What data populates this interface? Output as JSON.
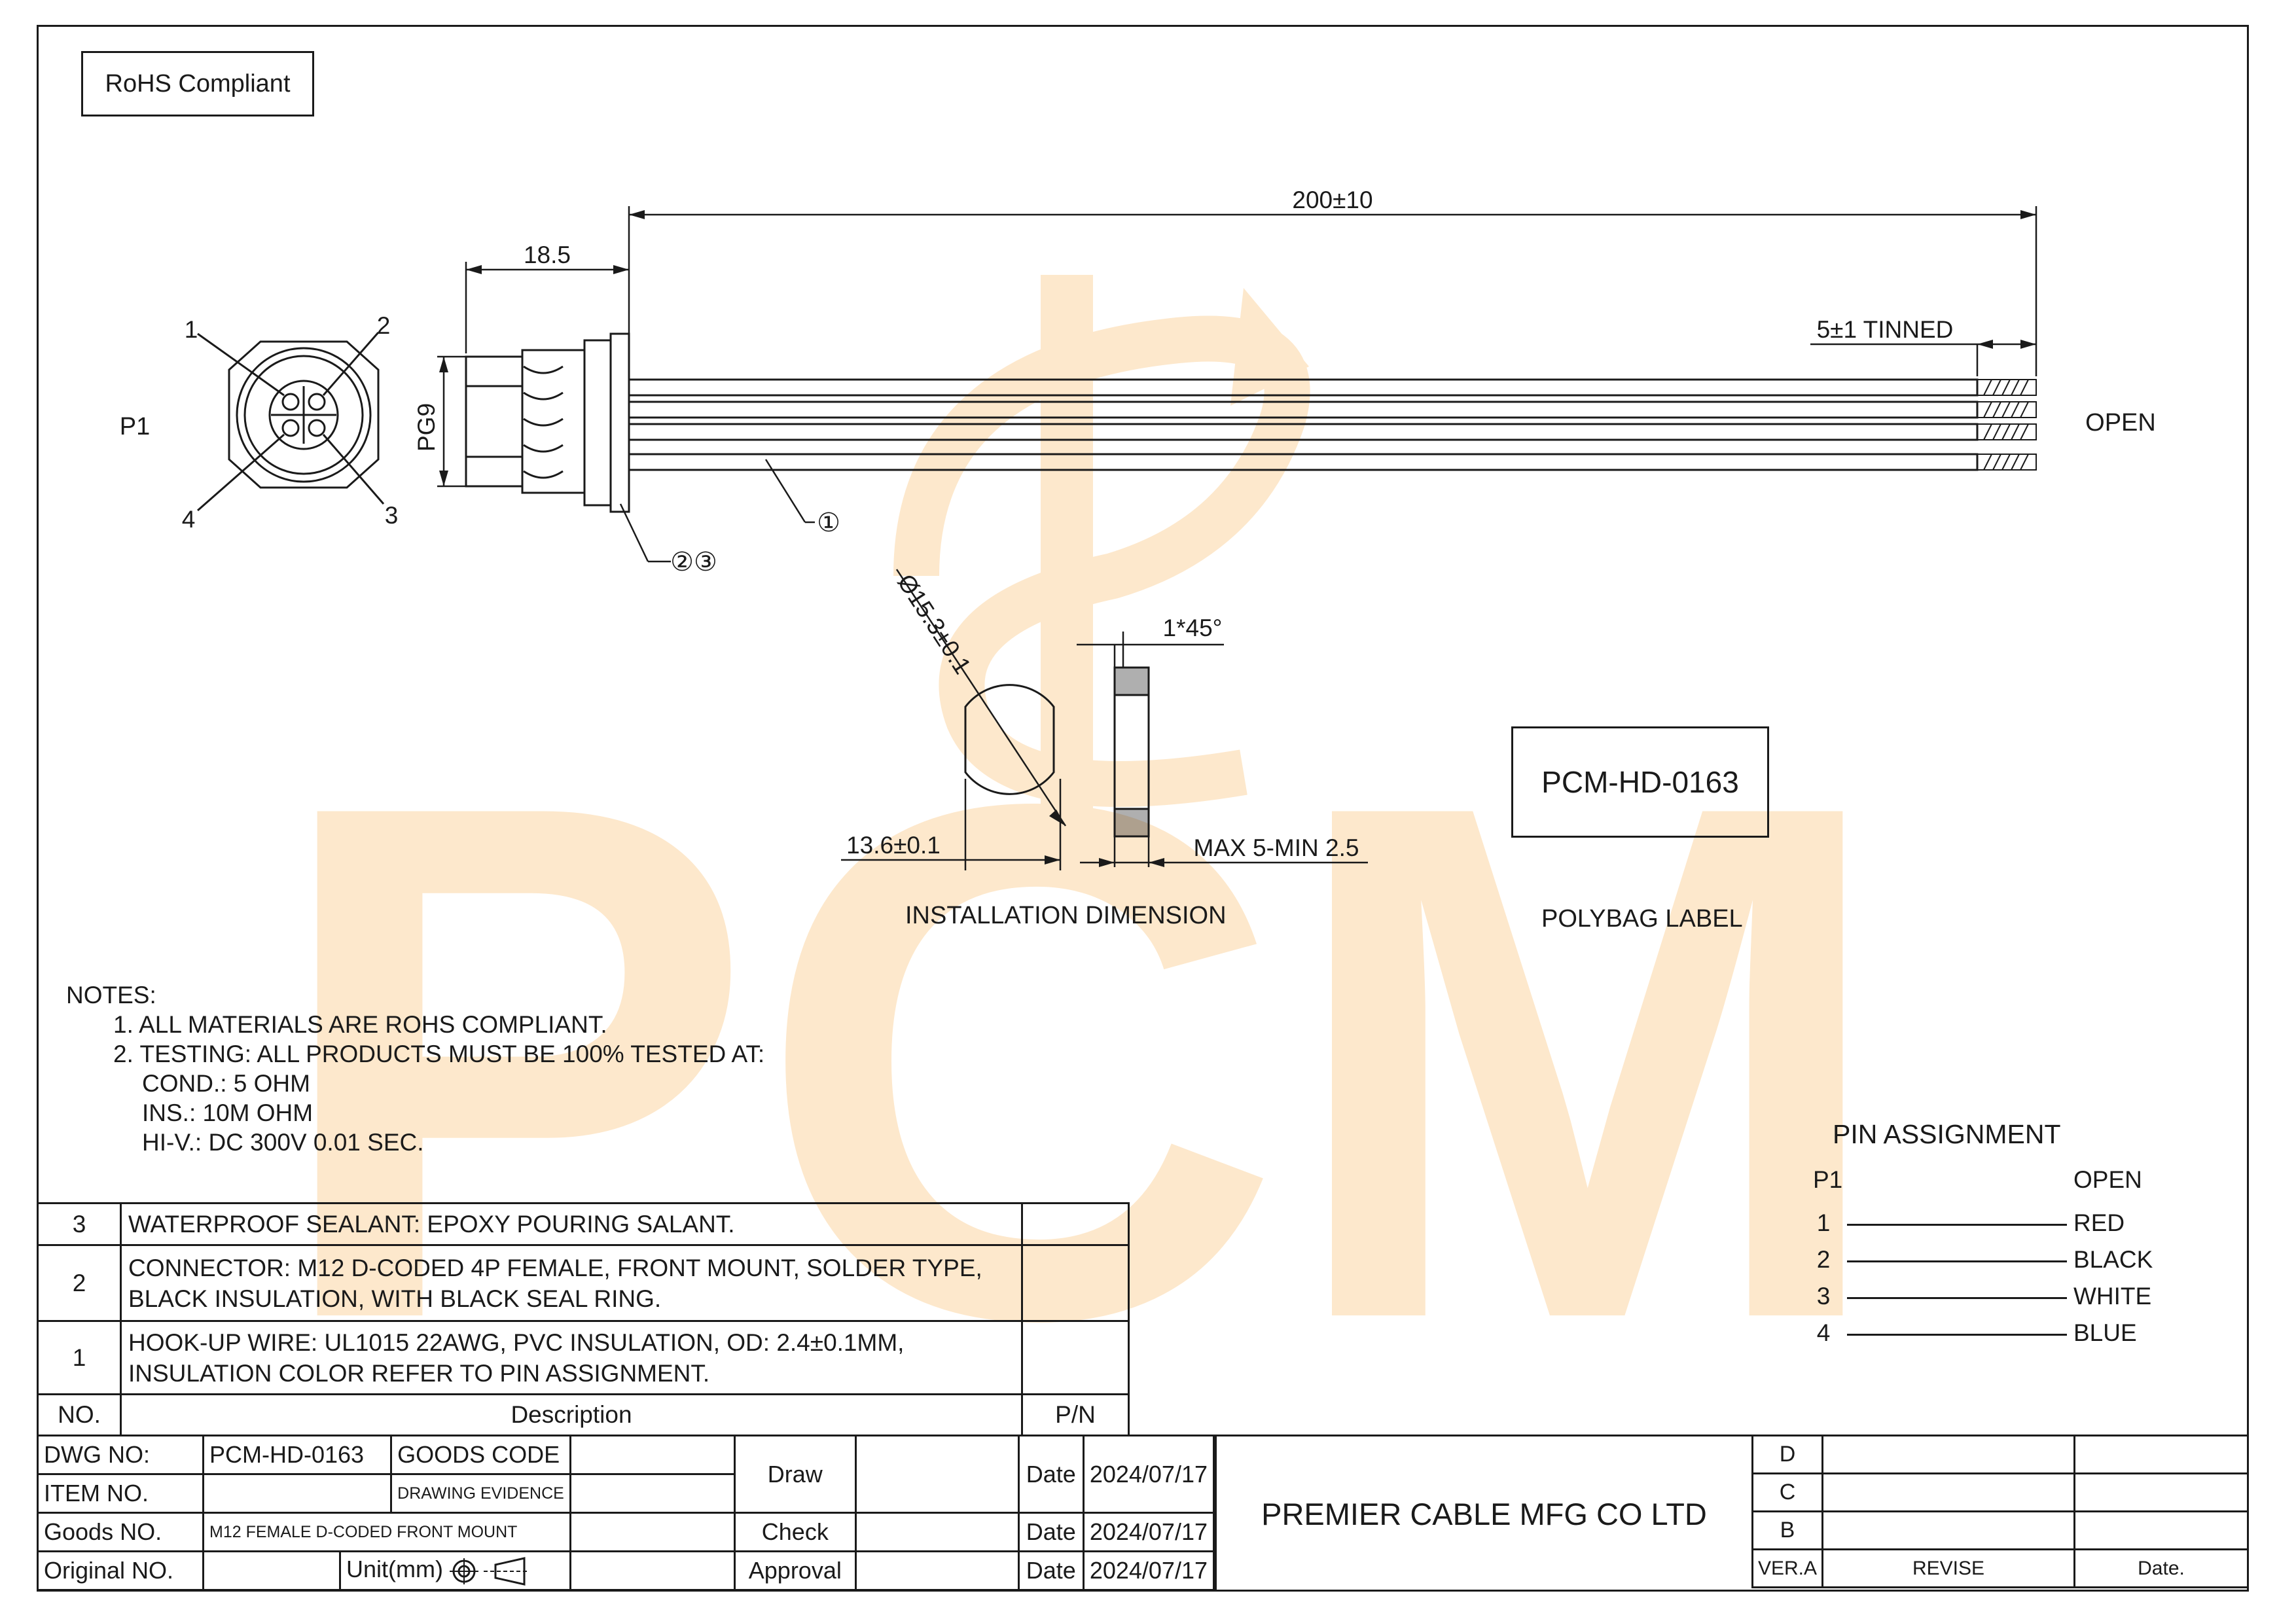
{
  "rohs_label": "RoHS Compliant",
  "watermark": "PCM",
  "drawing": {
    "dim_length": "200±10",
    "dim_connector": "18.5",
    "dim_tinned": "5±1 TINNED",
    "thread_label": "PG9",
    "end_p1": "P1",
    "end_open": "OPEN",
    "pin_numbers": [
      "1",
      "2",
      "3",
      "4"
    ],
    "callout_wire": "①",
    "callout_connector": "②③",
    "hole_diameter": "Ø15.3±0.1",
    "flat_width": "13.6±0.1",
    "chamfer": "1*45°",
    "panel_thickness": "MAX 5-MIN 2.5",
    "install_caption": "INSTALLATION DIMENSION"
  },
  "polybag": {
    "label": "PCM-HD-0163",
    "caption": "POLYBAG LABEL"
  },
  "notes": {
    "heading": "NOTES:",
    "items": [
      "1. ALL MATERIALS ARE ROHS COMPLIANT.",
      "2. TESTING: ALL PRODUCTS MUST BE 100% TESTED AT:"
    ],
    "sub_items": [
      "COND.: 5 OHM",
      "INS.: 10M OHM",
      "HI-V.: DC 300V 0.01 SEC."
    ]
  },
  "pin_assignment": {
    "title": "PIN  ASSIGNMENT",
    "left_header": "P1",
    "right_header": "OPEN",
    "rows": [
      {
        "p1": "1",
        "open": "RED"
      },
      {
        "p1": "2",
        "open": "BLACK"
      },
      {
        "p1": "3",
        "open": "WHITE"
      },
      {
        "p1": "4",
        "open": "BLUE"
      }
    ]
  },
  "bom": {
    "rows": [
      {
        "no": "3",
        "desc": "WATERPROOF SEALANT: EPOXY POURING SALANT.",
        "pn": ""
      },
      {
        "no": "2",
        "desc": "CONNECTOR: M12 D-CODED 4P FEMALE, FRONT MOUNT, SOLDER TYPE,  BLACK INSULATION, WITH BLACK SEAL RING.",
        "pn": ""
      },
      {
        "no": "1",
        "desc": "HOOK-UP WIRE: UL1015 22AWG, PVC INSULATION, OD: 2.4±0.1MM, INSULATION COLOR REFER TO PIN  ASSIGNMENT.",
        "pn": ""
      }
    ],
    "header": {
      "no": "NO.",
      "desc": "Description",
      "pn": "P/N"
    }
  },
  "title_block": {
    "dwg_no_label": "DWG NO:",
    "dwg_no": "PCM-HD-0163",
    "goods_code_label": "GOODS CODE",
    "goods_code": "",
    "item_no_label": "ITEM NO.",
    "item_no": "",
    "drawing_evidence_label": "DRAWING EVIDENCE",
    "drawing_evidence": "",
    "goods_no_label": "Goods NO.",
    "goods_no": "M12 FEMALE D-CODED FRONT MOUNT",
    "original_no_label": "Original NO.",
    "original_no": "",
    "unit_label": "Unit(mm)",
    "draw_label": "Draw",
    "check_label": "Check",
    "approval_label": "Approval",
    "draw_by": "",
    "check_by": "",
    "approval_by": "",
    "date_label": "Date",
    "draw_date": "2024/07/17",
    "check_date": "2024/07/17",
    "approval_date": "2024/07/17",
    "company": "PREMIER CABLE MFG CO LTD"
  },
  "revision": {
    "rows": [
      "D",
      "C",
      "B"
    ],
    "footer": {
      "ver": "VER.A",
      "revise": "REVISE",
      "date": "Date."
    }
  },
  "colors": {
    "watermark": "#fde8cc",
    "line": "#1a1a1a"
  }
}
